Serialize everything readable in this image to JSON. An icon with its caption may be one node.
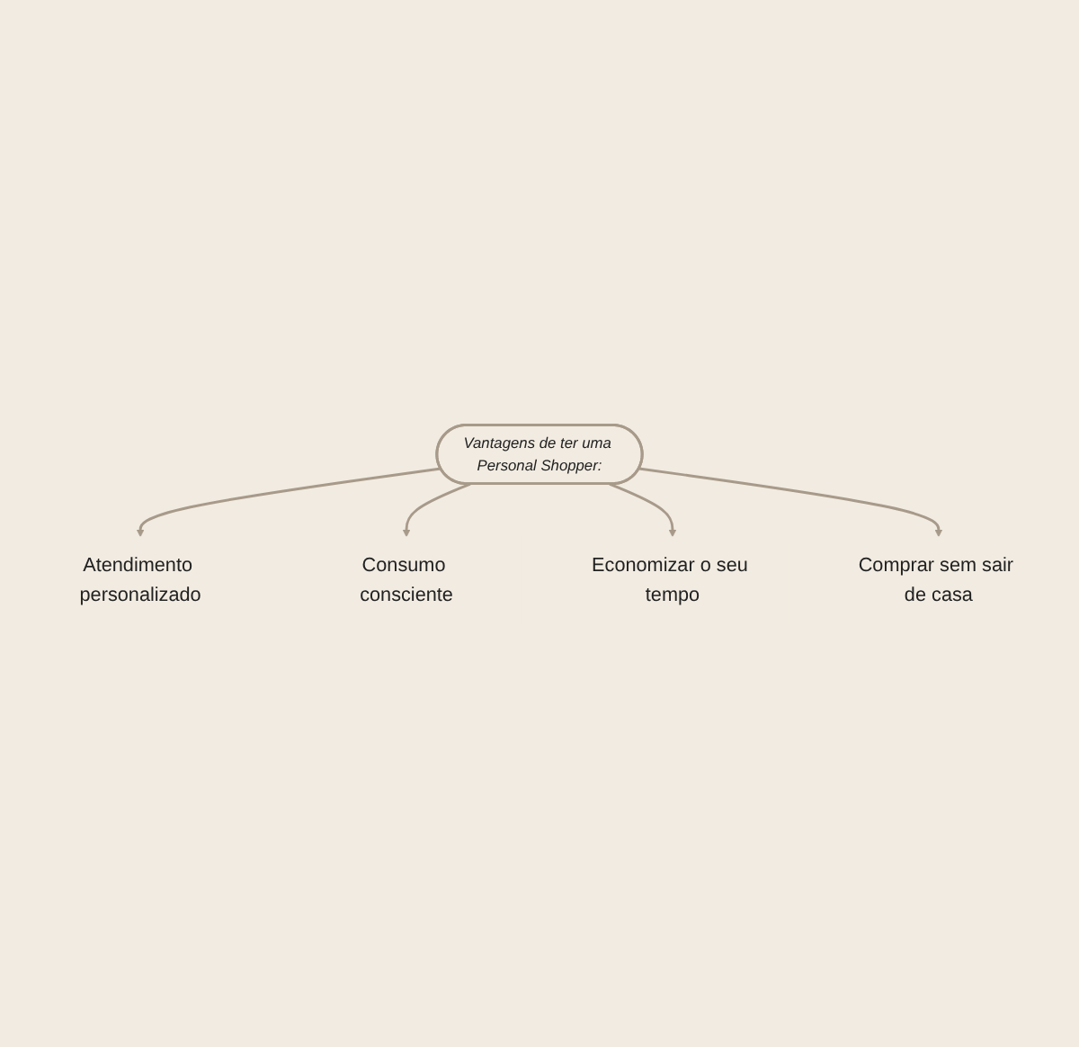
{
  "diagram": {
    "nodes": [
      {
        "text": [
          "Vantagens de ter uma Personal Shopper:"
        ]
      },
      {
        "text": [
          "Atendimento personalizado"
        ]
      },
      {
        "text": [
          "Consumo consciente"
        ]
      },
      {
        "text": [
          "Economizar o seu tempo"
        ]
      },
      {
        "text": [
          "Comprar sem sair de casa"
        ]
      }
    ],
    "edges": [
      {
        "from": 0,
        "to": 1,
        "arrow": "to"
      },
      {
        "from": 0,
        "to": 2,
        "arrow": "to"
      },
      {
        "from": 0,
        "to": 3,
        "arrow": "to"
      },
      {
        "from": 0,
        "to": 4,
        "arrow": "to"
      }
    ]
  }
}
